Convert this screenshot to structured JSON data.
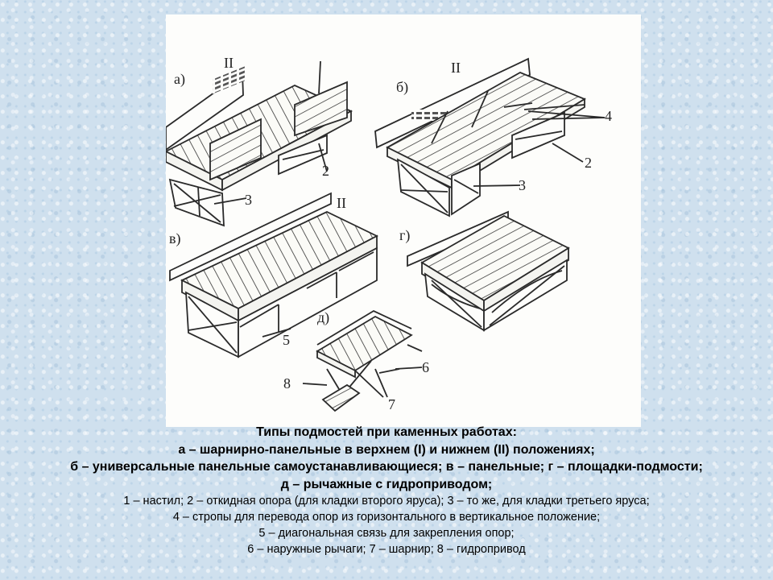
{
  "figure": {
    "labels": {
      "a": "а)",
      "b": "б)",
      "v": "в)",
      "g": "г)",
      "d": "д)",
      "roman_a": "II",
      "roman_b": "II",
      "roman_v": "II",
      "n1": "4",
      "n2": "2",
      "n3": "3",
      "n4": "2",
      "n5": "3",
      "n6": "5",
      "n7": "6",
      "n8": "8",
      "n9": "7"
    }
  },
  "caption": {
    "title": "Типы подмостей при каменных работах:",
    "line_a": "а – шарнирно-панельные в верхнем (I) и нижнем (II) положениях;",
    "line_b": "б – универсальные панельные самоустанавливающиеся; в – панельные; г – площадки-подмости;",
    "line_d": "д – рычажные с гидроприводом;",
    "legend_1": "1 – настил; 2 – откидная опора (для кладки второго яруса); 3 – то же, для кладки третьего яруса;",
    "legend_2": "4 – стропы для перевода опор из горизонтального в вертикальное положение;",
    "legend_3": "5 – диагональная связь для закрепления опор;",
    "legend_4": "6 – наружные рычаги; 7 – шарнир; 8 – гидропривод"
  }
}
